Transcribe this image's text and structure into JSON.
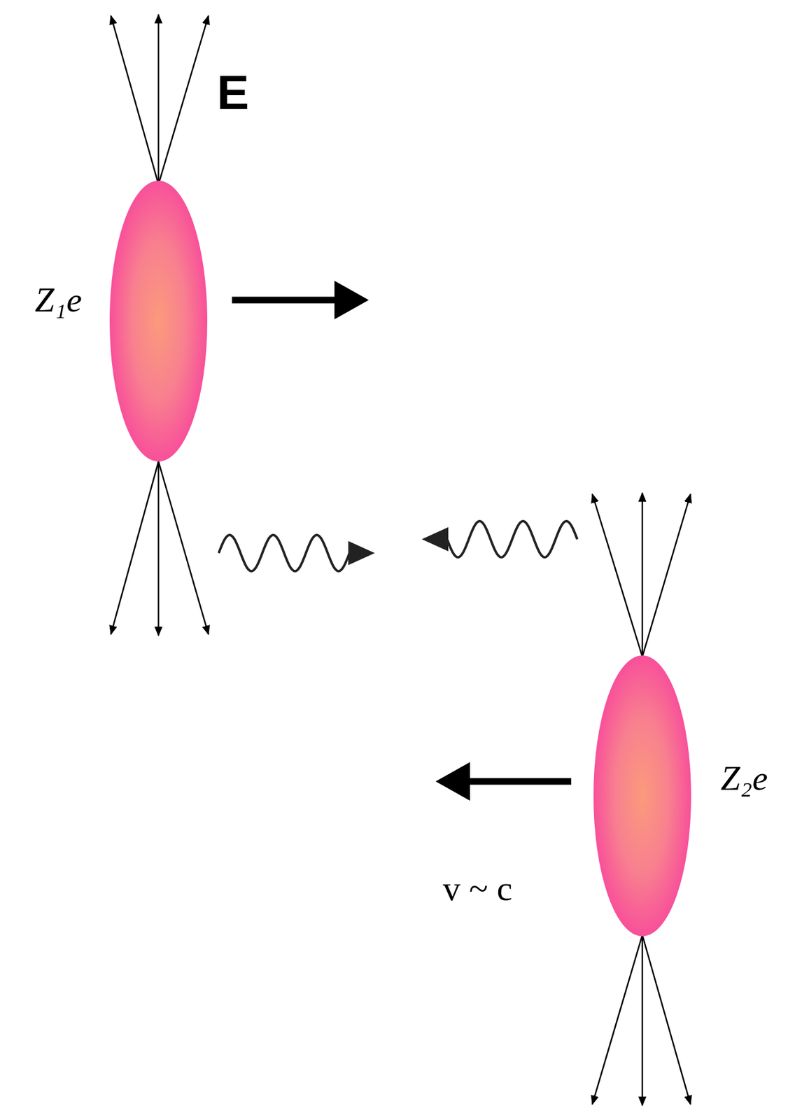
{
  "diagram": {
    "nodes": [
      {
        "text": [
          "Z₁e"
        ]
      },
      {
        "text": [
          "Z₂e"
        ]
      }
    ],
    "labels": [
      "E",
      "v ~ c"
    ]
  }
}
